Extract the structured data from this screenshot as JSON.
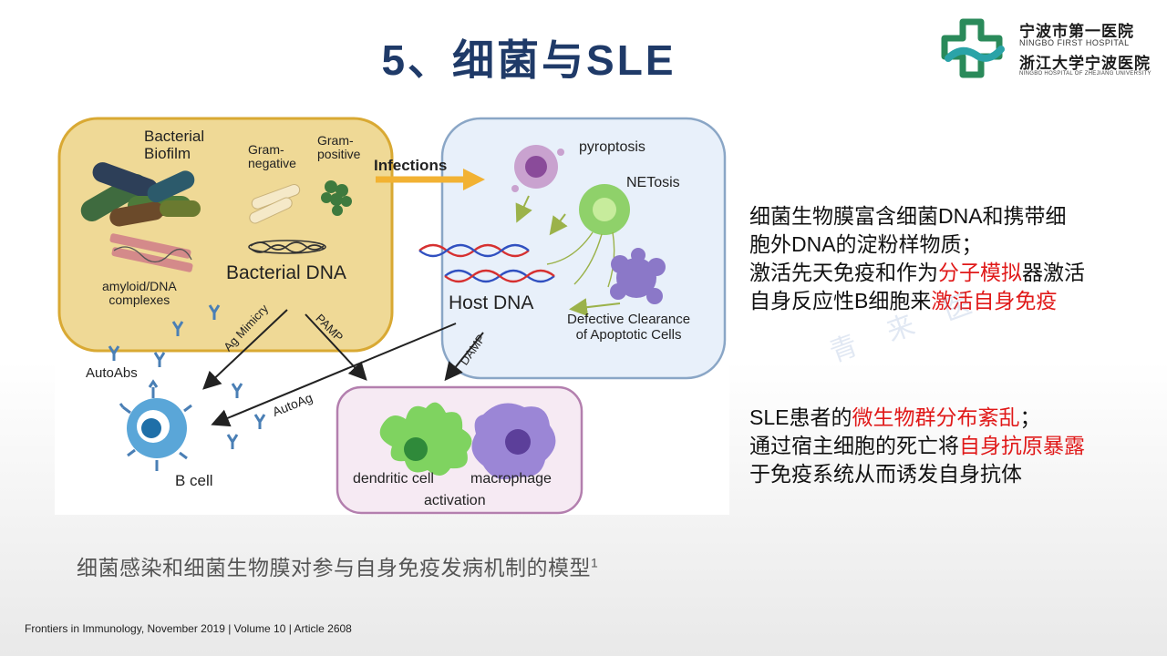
{
  "slide": {
    "title": "5、细菌与SLE"
  },
  "logo": {
    "line1": "宁波市第一医院",
    "line2": "NINGBO FIRST HOSPITAL",
    "line3": "浙江大学宁波医院",
    "line4": "NINGBO HOSPITAL OF ZHEJIANG UNIVERSITY",
    "colors": {
      "green": "#2a8a5a",
      "teal": "#2aa3a8"
    }
  },
  "figure": {
    "labels": {
      "bacterial_biofilm": "Bacterial\nBiofilm",
      "gram_negative": "Gram-\nnegative",
      "gram_positive": "Gram-\npositive",
      "infections": "Infections",
      "pyroptosis": "pyroptosis",
      "netosis": "NETosis",
      "amyloid": "amyloid/DNA\ncomplexes",
      "bacterial_dna": "Bacterial DNA",
      "host_dna": "Host DNA",
      "defective_clearance": "Defective Clearance\nof Apoptotic Cells",
      "ag_mimicry": "Ag Mimicry",
      "pamp": "PAMP",
      "damp": "DAMP",
      "autoabs": "AutoAbs",
      "autoag": "AutoAg",
      "b_cell": "B cell",
      "dendritic_cell": "dendritic cell",
      "macrophage": "macrophage",
      "activation": "activation"
    },
    "colors": {
      "bacteria_box": "#efd996",
      "host_box": "#e8f0fa",
      "activation_box": "#f6eaf3",
      "arrow_orange": "#f2b233"
    }
  },
  "right_panel": {
    "block1": {
      "line1": "细菌生物膜富含细菌DNA和携带细",
      "line2": "胞外DNA的淀粉样物质；",
      "line3_pre": "激活先天免疫和作为",
      "line3_hl": "分子模拟",
      "line3_post": "器激活",
      "line4_pre": "自身反应性B细胞来",
      "line4_hl": "激活自身免疫"
    },
    "block2": {
      "line1_pre": "SLE患者的",
      "line1_hl": "微生物群分布紊乱",
      "line1_post": "；",
      "line2_pre": "通过宿主细胞的死亡将",
      "line2_hl": "自身抗原暴露",
      "line3": "于免疫系统从而诱发自身抗体"
    },
    "highlight_color": "#e01919"
  },
  "watermark": "青 来 医",
  "caption": {
    "text": "细菌感染和细菌生物膜对参与自身免疫发病机制的模型",
    "sup": "1"
  },
  "footer": "Frontiers in Immunology, November 2019 | Volume 10 | Article 2608"
}
